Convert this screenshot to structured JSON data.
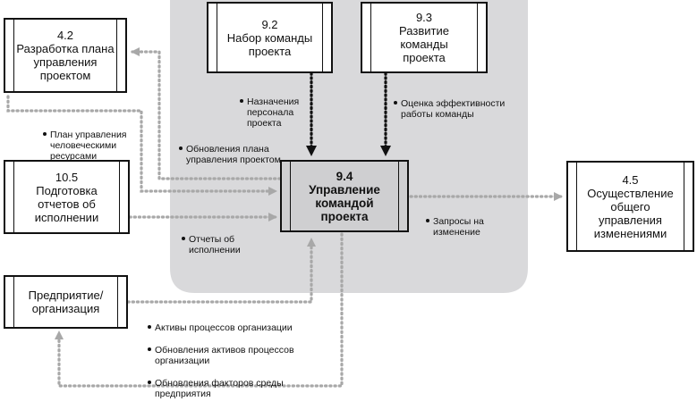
{
  "colors": {
    "region": "#d9d9db",
    "center_fill": "#cfcfd1",
    "dotted_arrow": "#a8a8a8",
    "solid_arrow": "#111111"
  },
  "processes": {
    "p42": {
      "number": "4.2",
      "title": "Разработка плана\nуправления\nпроектом"
    },
    "p92": {
      "number": "9.2",
      "title": "Набор команды\nпроекта"
    },
    "p93": {
      "number": "9.3",
      "title": "Развитие\nкоманды\nпроекта"
    },
    "p105": {
      "number": "10.5",
      "title": "Подготовка\nотчетов об\nисполнении"
    },
    "p94": {
      "number": "9.4",
      "title": "Управление\nкомандой\nпроекта"
    },
    "p45": {
      "number": "4.5",
      "title": "Осуществление\nобщего\nуправления\nизменениями"
    },
    "org": {
      "number": "",
      "title": "Предприятие/\nорганизация"
    }
  },
  "labels": {
    "staff_assignments": "Назначения\nперсонала\nпроекта",
    "team_performance": "Оценка эффективности\nработы команды",
    "hr_plan": "План управления\nчеловеческими\nресурсами",
    "plan_updates": "Обновления плана\nуправления проектом",
    "performance_reports": "Отчеты об\nисполнении",
    "change_requests": "Запросы на\nизменение",
    "org_outputs": [
      "Активы процессов организации",
      "Обновления активов процессов\nорганизации",
      "Обновления факторов среды\nпредприятия"
    ]
  }
}
